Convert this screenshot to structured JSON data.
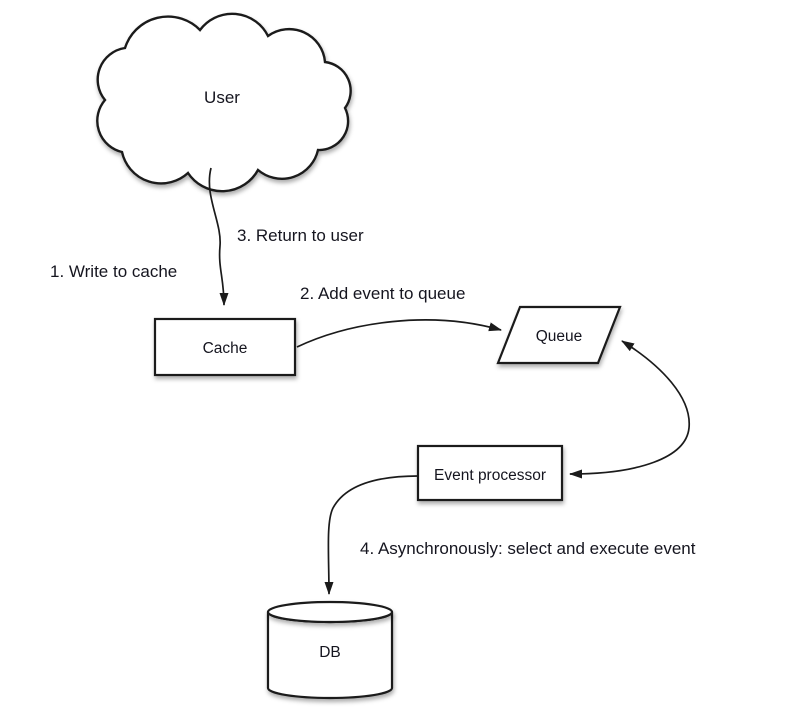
{
  "diagram": {
    "background": "#ffffff",
    "stroke_color": "#1b1b1b",
    "text_color": "#15151f",
    "nodes": {
      "user": {
        "label": "User",
        "shape": "cloud"
      },
      "cache": {
        "label": "Cache",
        "shape": "rectangle"
      },
      "queue": {
        "label": "Queue",
        "shape": "parallelogram"
      },
      "event_processor": {
        "label": "Event processor",
        "shape": "rectangle"
      },
      "db": {
        "label": "DB",
        "shape": "cylinder"
      }
    },
    "edges": [
      {
        "from": "user",
        "to": "cache",
        "arrow": "end",
        "style": "curved"
      },
      {
        "from": "cache",
        "to": "queue",
        "arrow": "end",
        "style": "curved"
      },
      {
        "from": "queue",
        "to": "event_processor",
        "arrow": "both",
        "style": "curved"
      },
      {
        "from": "event_processor",
        "to": "db",
        "arrow": "end",
        "style": "curved"
      }
    ],
    "annotations": [
      {
        "text": "1. Write to cache"
      },
      {
        "text": "2. Add event to queue"
      },
      {
        "text": "3. Return to user"
      },
      {
        "text": "4. Asynchronously: select and execute event"
      }
    ]
  }
}
